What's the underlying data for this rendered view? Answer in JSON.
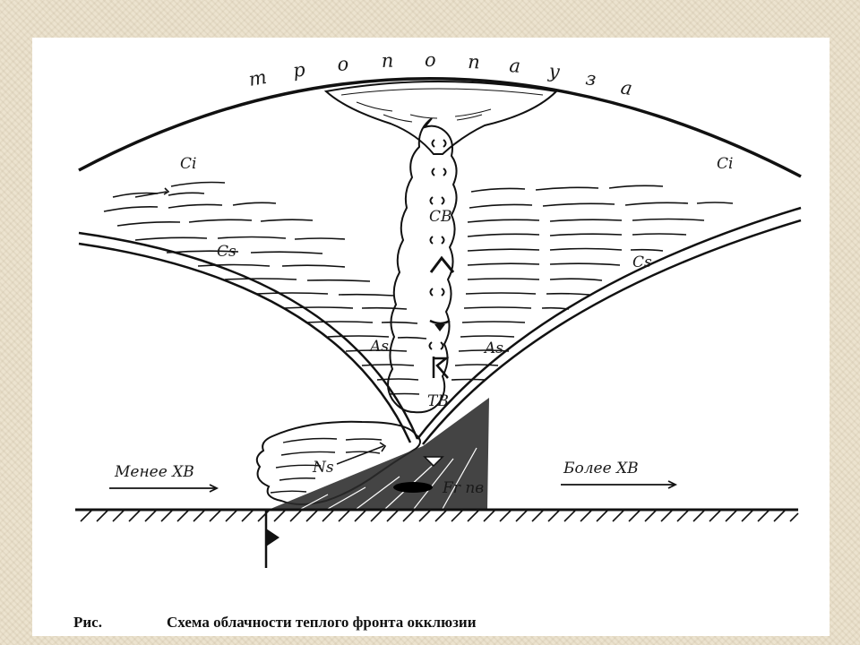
{
  "diagram": {
    "tropopause_label": "Тропопауза",
    "labels": {
      "ci_left": "Ci",
      "ci_right": "Ci",
      "cs_left": "Cs",
      "cs_right": "Cs",
      "as_left": "As",
      "as_right": "As",
      "cb": "CB",
      "tb": "TB",
      "ns": "Ns",
      "front": "Fr пв",
      "less_moist": "Менее ХВ",
      "more_moist": "Более ХВ"
    }
  },
  "caption": {
    "prefix": "Рис.",
    "text": "Схема облачности теплого фронта окклюзии"
  },
  "colors": {
    "ink": "#111111",
    "paper": "#ffffff",
    "background": "#ece3cf"
  }
}
